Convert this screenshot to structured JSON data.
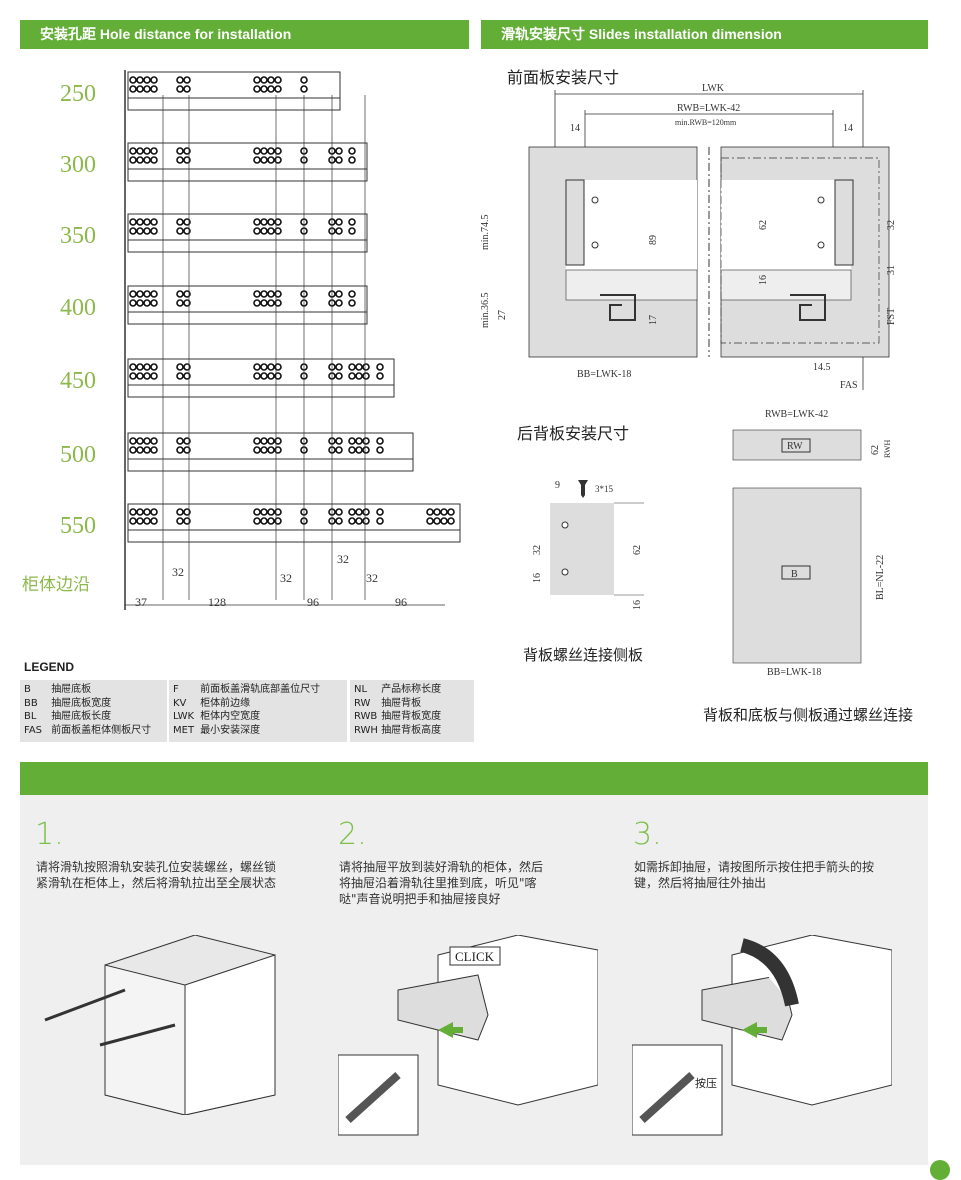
{
  "left_header": "安装孔距  Hole distance for installation",
  "right_header": "滑轨安装尺寸  Slides installation dimension",
  "rail_sizes": [
    "250",
    "300",
    "350",
    "400",
    "450",
    "500",
    "550"
  ],
  "cabinet_edge": "柜体边沿",
  "hole_dims": {
    "d32a": "32",
    "d32b": "32",
    "d32c": "32",
    "d32d": "32",
    "d37": "37",
    "d128": "128",
    "d96a": "96",
    "d96b": "96"
  },
  "front_title": "前面板安装尺寸",
  "front_dims": {
    "lwk": "LWK",
    "rwb": "RWB=LWK-42",
    "min_rwb": "min.RWB=120mm",
    "d14a": "14",
    "d14b": "14",
    "min745": "min.74.5",
    "min365": "min.36.5",
    "d27": "27",
    "d89": "89",
    "d17": "17",
    "d62": "62",
    "d16": "16",
    "d32": "32",
    "d31": "31",
    "fst": "FST",
    "d145": "14.5",
    "fas": "FAS",
    "bb": "BB=LWK-18"
  },
  "back_title": "后背板安装尺寸",
  "back_dims": {
    "d9": "9",
    "screw": "3*15",
    "d32": "32",
    "d16": "16",
    "d62": "62",
    "d16b": "16"
  },
  "back_caption": "背板螺丝连接侧板",
  "rw_dims": {
    "rwb": "RWB=LWK-42",
    "rw": "RW",
    "d62": "62",
    "rwh": "RWH"
  },
  "b_dims": {
    "b": "B",
    "bl": "BL=NL-22",
    "bb": "BB=LWK-18"
  },
  "right_caption": "背板和底板与侧板通过螺丝连接",
  "legend": {
    "title": "LEGEND",
    "col1": [
      {
        "k": "B",
        "v": "抽屉底板"
      },
      {
        "k": "BB",
        "v": "抽屉底板宽度"
      },
      {
        "k": "BL",
        "v": "抽屉底板长度"
      },
      {
        "k": "FAS",
        "v": "前面板盖柜体侧板尺寸"
      }
    ],
    "col2": [
      {
        "k": "F",
        "v": "前面板盖滑轨底部盖位尺寸"
      },
      {
        "k": "KV",
        "v": "柜体前边缘"
      },
      {
        "k": "LWK",
        "v": "柜体内空宽度"
      },
      {
        "k": "MET",
        "v": "最小安装深度"
      }
    ],
    "col3": [
      {
        "k": "NL",
        "v": "产品标称长度"
      },
      {
        "k": "RW",
        "v": "抽屉背板"
      },
      {
        "k": "RWB",
        "v": "抽屉背板宽度"
      },
      {
        "k": "RWH",
        "v": "抽屉背板高度"
      }
    ]
  },
  "steps": [
    {
      "num": "1.",
      "text": "请将滑轨按照滑轨安装孔位安装螺丝，螺丝锁紧滑轨在柜体上，然后将滑轨拉出至全展状态"
    },
    {
      "num": "2.",
      "text": "请将抽屉平放到装好滑轨的柜体，然后将抽屉沿着滑轨往里推到底，听见\"喀哒\"声音说明把手和抽屉接良好",
      "click": "CLICK"
    },
    {
      "num": "3.",
      "text": "如需拆卸抽屉，请按图所示按住把手箭头的按键，然后将抽屉往外抽出",
      "press": "按压"
    }
  ],
  "colors": {
    "green": "#63ae36",
    "number_green": "#8cb84c"
  }
}
